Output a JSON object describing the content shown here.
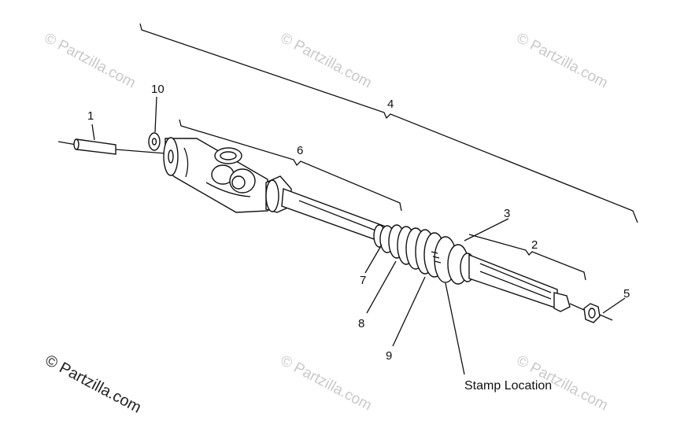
{
  "callouts": {
    "c1": "1",
    "c2": "2",
    "c3": "3",
    "c4": "4",
    "c5": "5",
    "c6": "6",
    "c7": "7",
    "c8": "8",
    "c9": "9",
    "c10": "10"
  },
  "stamp_label": "Stamp Location",
  "watermark": {
    "main": "© Partzilla.com",
    "faint": "© Partzilla.com"
  },
  "colors": {
    "line": "#111111",
    "watermark_faint": "#c9c9c9"
  }
}
